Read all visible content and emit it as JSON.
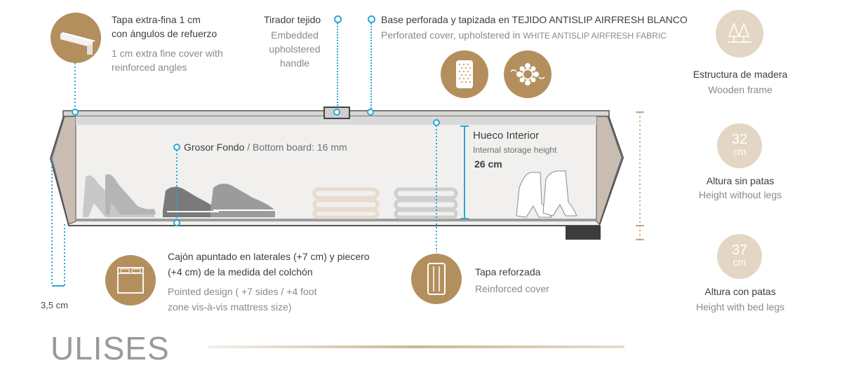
{
  "colors": {
    "accent": "#2aa8d4",
    "brand_brown": "#b48f5e",
    "light_beige": "#e3d6c4",
    "frame": "#c9bdb2"
  },
  "callouts": {
    "top_cover": {
      "es": "Tapa extra-fina 1 cm",
      "es2": "con ángulos de refuerzo",
      "en": "1 cm extra fine cover with",
      "en2": "reinforced angles",
      "icon": "cover-edge-icon"
    },
    "handle": {
      "es": "Tirador tejido",
      "en": "Embedded",
      "en2": "upholstered",
      "en3": "handle"
    },
    "base": {
      "es": "Base perforada y tapizada en TEJIDO ANTISLIP AIRFRESH BLANCO",
      "en": "Perforated cover, upholstered in ",
      "en_caps": "WHITE ANTISLIP AIRFRESH FABRIC",
      "icon1": "perforated-panel-icon",
      "icon2": "airflow-icon"
    },
    "bottom_board": {
      "es": "Grosor Fondo",
      "en": " / Bottom board: 16 mm"
    },
    "storage": {
      "es": "Hueco Interior",
      "en": "Internal storage height",
      "value": "26 cm"
    },
    "pointed": {
      "es": "Cajón apuntado en laterales (+7 cm) y piecero",
      "es2": "(+4 cm) de la medida del colchón",
      "en": "Pointed design ( +7 sides / +4 foot",
      "en2": "zone vis-à-vis mattress size)",
      "icon": "bed-outline-icon"
    },
    "reinforced": {
      "es": "Tapa reforzada",
      "en": "Reinforced cover",
      "icon": "reinforced-cover-icon"
    },
    "side_thickness": {
      "value": "3,5 cm"
    }
  },
  "specs": {
    "frame": {
      "es": "Estructura de madera",
      "en": "Wooden frame",
      "icon": "wood-frame-icon"
    },
    "height_no_legs": {
      "num": "32",
      "unit": "cm",
      "es": "Altura sin patas",
      "en": "Height without legs"
    },
    "height_legs": {
      "num": "37",
      "unit": "cm",
      "es": "Altura con patas",
      "en": "Height with bed legs"
    }
  },
  "brand": {
    "name": "ULISES"
  }
}
